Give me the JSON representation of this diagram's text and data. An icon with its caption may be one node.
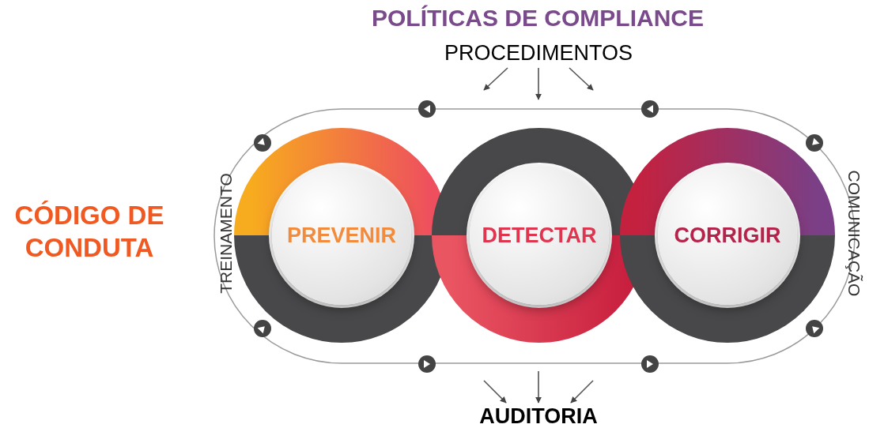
{
  "diagram": {
    "nodes": [
      {
        "text": [
          "PREVENIR"
        ]
      },
      {
        "text": [
          "DETECTAR"
        ]
      },
      {
        "text": [
          "CORRIGIR"
        ]
      },
      {
        "text": [
          "PROCEDIMENTOS"
        ]
      },
      {
        "text": [
          "AUDITORIA"
        ]
      }
    ],
    "edges": [
      {
        "from": 3,
        "to": null,
        "arrow": "to"
      },
      {
        "from": 3,
        "to": null,
        "arrow": "to"
      },
      {
        "from": 3,
        "to": null,
        "arrow": "to"
      },
      {
        "from": null,
        "to": 4,
        "arrow": "to"
      },
      {
        "from": null,
        "to": 4,
        "arrow": "to"
      },
      {
        "from": null,
        "to": 4,
        "arrow": "to"
      }
    ],
    "labels": [
      "POLÍTICAS DE COMPLIANCE",
      "CÓDIGO DE CONDUTA",
      "TREINAMENTO",
      "COMUNICAÇÃO"
    ]
  }
}
